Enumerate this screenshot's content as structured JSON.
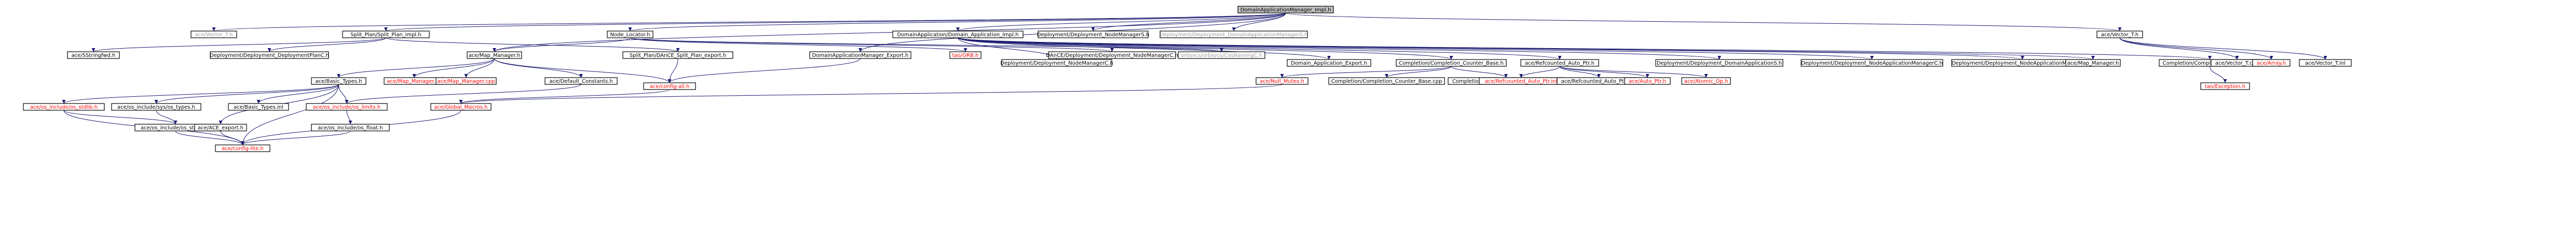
{
  "diagram": {
    "title": "Include dependency graph",
    "colors": {
      "edge": "#191970",
      "root_fill": "#bfbfbf",
      "normal_text": "#000000",
      "external_text": "#9c9c9c",
      "missing_text": "#ff0000"
    },
    "nodes": [
      {
        "id": "root",
        "label": "DomainApplicationManager_Impl.h",
        "kind": "root"
      },
      {
        "id": "vector_t_h",
        "label": "ace/Vector_T.h",
        "kind": "external"
      },
      {
        "id": "split_plan_impl",
        "label": "Split_Plan/Split_Plan_impl.h",
        "kind": "normal"
      },
      {
        "id": "node_locator",
        "label": "Node_Locator.h",
        "kind": "normal"
      },
      {
        "id": "dam_impl",
        "label": "DomainApplication/Domain_Application_Impl.h",
        "kind": "normal"
      },
      {
        "id": "nm_s",
        "label": "Deployment/Deployment_NodeManagerS.h",
        "kind": "normal"
      },
      {
        "id": "dam_s",
        "label": "Deployment/Deployment_DomainApplicationManagerS.h",
        "kind": "external"
      },
      {
        "id": "vector_t_right",
        "label": "ace/Vector_T.h",
        "kind": "normal"
      },
      {
        "id": "sstring",
        "label": "ace/SStringfwd.h",
        "kind": "normal"
      },
      {
        "id": "dpc",
        "label": "Deployment/Deployment_DeploymentPlanC.h",
        "kind": "normal"
      },
      {
        "id": "map_manager",
        "label": "ace/Map_Manager.h",
        "kind": "normal"
      },
      {
        "id": "split_export",
        "label": "Split_Plan/DAnCE_Split_Plan_export.h",
        "kind": "normal"
      },
      {
        "id": "dam_export",
        "label": "DomainApplicationManager_Export.h",
        "kind": "normal"
      },
      {
        "id": "tao_orb",
        "label": "tao/ORB.h",
        "kind": "broken"
      },
      {
        "id": "dance_nm",
        "label": "DAnCE/Deployment/Deployment_NodeManagerC.h",
        "kind": "normal"
      },
      {
        "id": "naming",
        "label": "orbsvcs/orbsvcs/CosNamingC.h",
        "kind": "external"
      },
      {
        "id": "nm_c",
        "label": "Deployment/Deployment_NodeManagerC.h",
        "kind": "normal"
      },
      {
        "id": "da_export",
        "label": "Domain_Application_Export.h",
        "kind": "normal"
      },
      {
        "id": "ccb",
        "label": "Completion/Completion_Counter_Base.h",
        "kind": "normal"
      },
      {
        "id": "refcount",
        "label": "ace/Refcounted_Auto_Ptr.h",
        "kind": "normal"
      },
      {
        "id": "dda_s",
        "label": "Deployment/Deployment_DomainApplicationS.h",
        "kind": "normal"
      },
      {
        "id": "dnam_c",
        "label": "Deployment/Deployment_NodeApplicationManagerC.h",
        "kind": "normal"
      },
      {
        "id": "dnam_s",
        "label": "Deployment/Deployment_NodeApplicationManagerS.h",
        "kind": "normal"
      },
      {
        "id": "map_manager_r",
        "label": "ace/Map_Manager.h",
        "kind": "normal"
      },
      {
        "id": "completion_handler",
        "label": "Completion/Completion_Handler_T.h",
        "kind": "normal"
      },
      {
        "id": "vector_cpp",
        "label": "ace/Vector_T.cpp",
        "kind": "normal"
      },
      {
        "id": "array",
        "label": "ace/Array.h",
        "kind": "broken"
      },
      {
        "id": "vector_inl",
        "label": "ace/Vector_T.inl",
        "kind": "normal"
      },
      {
        "id": "basic_types",
        "label": "ace/Basic_Types.h",
        "kind": "normal"
      },
      {
        "id": "map_manager_inl",
        "label": "ace/Map_Manager.inl",
        "kind": "broken"
      },
      {
        "id": "map_manager_cpp",
        "label": "ace/Map_Manager.cpp",
        "kind": "broken"
      },
      {
        "id": "default_constants",
        "label": "ace/Default_Constants.h",
        "kind": "normal"
      },
      {
        "id": "config_all",
        "label": "ace/config-all.h",
        "kind": "broken"
      },
      {
        "id": "ccb_cpp",
        "label": "Completion/Completion_Counter_Base.cpp",
        "kind": "normal"
      },
      {
        "id": "ccb_inl",
        "label": "Completion/Completion_Counter_Base.inl",
        "kind": "normal"
      },
      {
        "id": "null_mutex",
        "label": "ace/Null_Mutex.h",
        "kind": "broken"
      },
      {
        "id": "refcount_inl",
        "label": "ace/Refcounted_Auto_Ptr.inl",
        "kind": "broken"
      },
      {
        "id": "refcount_cpp",
        "label": "ace/Refcounted_Auto_Ptr.cpp",
        "kind": "normal"
      },
      {
        "id": "auto_ptr",
        "label": "ace/Auto_Ptr.h",
        "kind": "broken"
      },
      {
        "id": "atomic_op",
        "label": "ace/Atomic_Op.h",
        "kind": "broken"
      },
      {
        "id": "tao_exception",
        "label": "tao/Exception.h",
        "kind": "broken"
      },
      {
        "id": "os_stdlib",
        "label": "ace/os_include/os_stdlib.h",
        "kind": "broken"
      },
      {
        "id": "os_types",
        "label": "ace/os_include/sys/os_types.h",
        "kind": "normal"
      },
      {
        "id": "basic_types_inl",
        "label": "ace/Basic_Types.inl",
        "kind": "normal"
      },
      {
        "id": "os_limits",
        "label": "ace/os_include/os_limits.h",
        "kind": "broken"
      },
      {
        "id": "global_macros",
        "label": "ace/Global_Macros.h",
        "kind": "broken"
      },
      {
        "id": "os_stddef",
        "label": "ace/os_include/os_stddef.h",
        "kind": "normal"
      },
      {
        "id": "ace_export",
        "label": "ace/ACE_export.h",
        "kind": "normal"
      },
      {
        "id": "os_float",
        "label": "ace/os_include/os_float.h",
        "kind": "normal"
      },
      {
        "id": "config_lite",
        "label": "ace/config-lite.h",
        "kind": "broken"
      }
    ]
  }
}
